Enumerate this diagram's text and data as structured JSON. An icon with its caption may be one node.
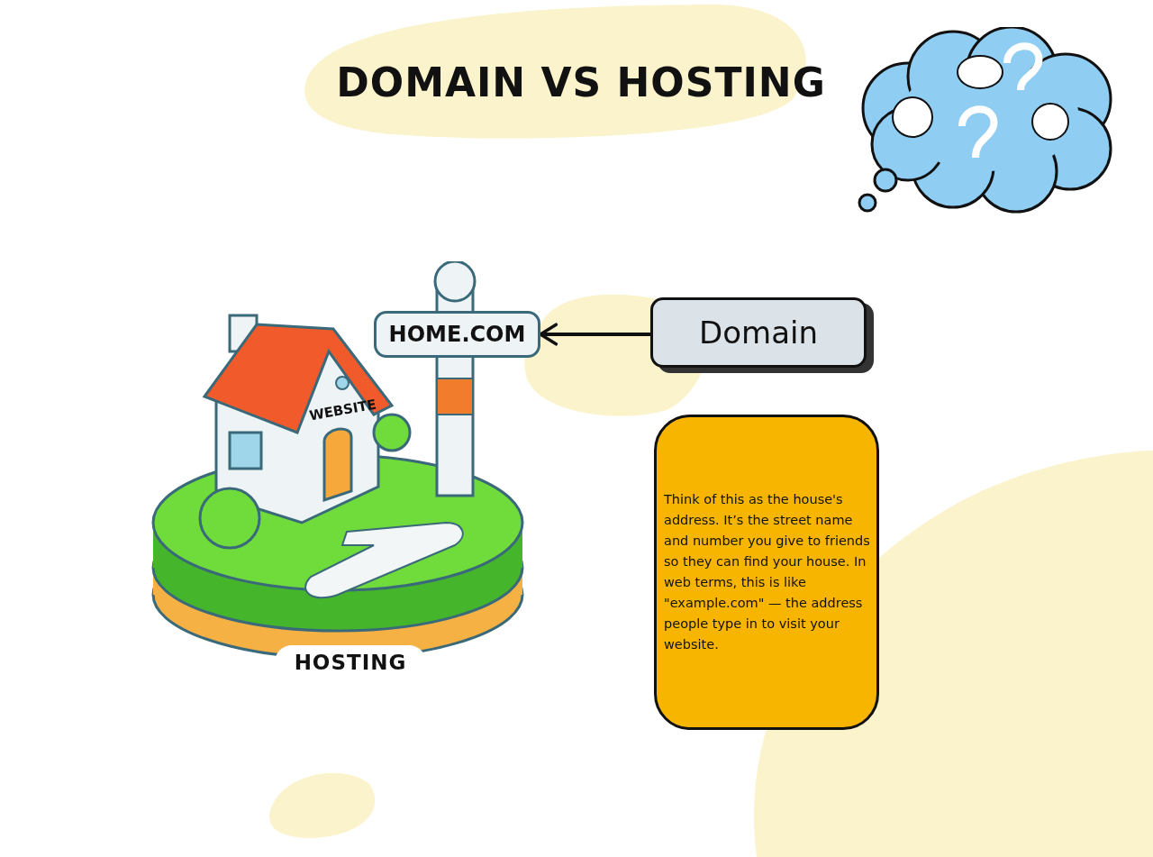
{
  "diagram": {
    "title": "DOMAIN VS HOSTING",
    "nodes": [
      {
        "text": [
          "HOME.COM"
        ]
      },
      {
        "text": [
          "Domain"
        ]
      },
      {
        "text": [
          "Think of this as the house's address. It’s the street name and number you give to friends so they can find your house. In web terms, this is like \"example.com\" — the address people type in to visit your website."
        ]
      },
      {
        "text": [
          "HOSTING"
        ]
      }
    ],
    "edges": [
      {
        "from": 1,
        "to": 0,
        "arrow": "to"
      }
    ],
    "labels": [
      "WEBSITE"
    ]
  }
}
